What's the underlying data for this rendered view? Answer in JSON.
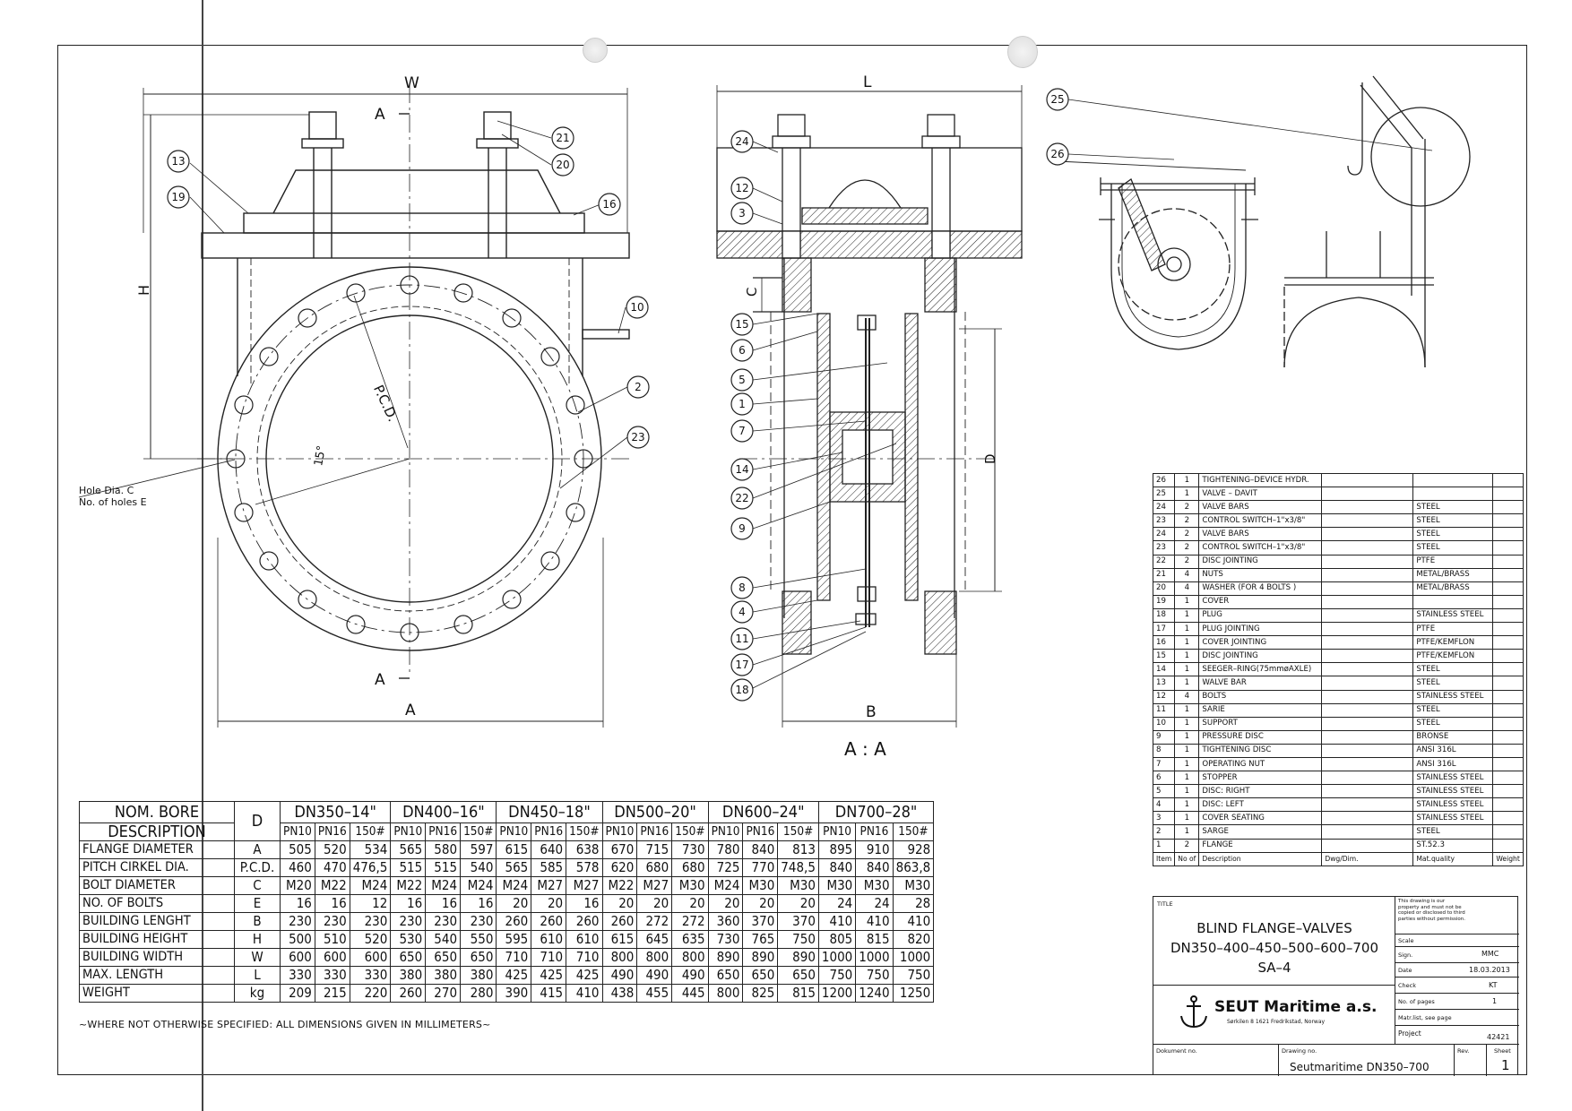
{
  "drawing": {
    "dim_W": "W",
    "dim_L": "L",
    "dim_H": "H",
    "dim_A": "A",
    "dim_B": "B",
    "dim_C": "C",
    "dim_D": "D",
    "section_mark_top": "A",
    "section_mark_bottom": "A",
    "pcd_label": "P.C.D.",
    "angle_label": "15°",
    "hole_label_1": "Hole Dia. C",
    "hole_label_2": "No. of holes E",
    "section_label": "A : A",
    "balloons_front": [
      "13",
      "19",
      "21",
      "20",
      "16",
      "10",
      "2",
      "23"
    ],
    "balloons_section": [
      "24",
      "12",
      "3",
      "15",
      "6",
      "5",
      "1",
      "7",
      "14",
      "22",
      "9",
      "8",
      "4",
      "11",
      "17",
      "18"
    ],
    "balloons_detail": [
      "25",
      "26"
    ]
  },
  "dimension_table": {
    "nom_bore_label": "NOM. BORE",
    "description_label": "DESCRIPTION",
    "d_label": "D",
    "groups": [
      "DN350–14\"",
      "DN400–16\"",
      "DN450–18\"",
      "DN500–20\"",
      "DN600–24\"",
      "DN700–28\""
    ],
    "pressure_classes": [
      "PN10",
      "PN16",
      "150#"
    ],
    "rows": [
      {
        "label": "FLANGE DIAMETER",
        "sym": "A",
        "values": [
          "505",
          "520",
          "534",
          "565",
          "580",
          "597",
          "615",
          "640",
          "638",
          "670",
          "715",
          "730",
          "780",
          "840",
          "813",
          "895",
          "910",
          "928"
        ]
      },
      {
        "label": "PITCH CIRKEL DIA.",
        "sym": "P.C.D.",
        "values": [
          "460",
          "470",
          "476,5",
          "515",
          "515",
          "540",
          "565",
          "585",
          "578",
          "620",
          "680",
          "680",
          "725",
          "770",
          "748,5",
          "840",
          "840",
          "863,8"
        ]
      },
      {
        "label": "BOLT DIAMETER",
        "sym": "C",
        "values": [
          "M20",
          "M22",
          "M24",
          "M22",
          "M24",
          "M24",
          "M24",
          "M27",
          "M27",
          "M22",
          "M27",
          "M30",
          "M24",
          "M30",
          "M30",
          "M30",
          "M30",
          "M30"
        ]
      },
      {
        "label": "NO. OF BOLTS",
        "sym": "E",
        "values": [
          "16",
          "16",
          "12",
          "16",
          "16",
          "16",
          "20",
          "20",
          "16",
          "20",
          "20",
          "20",
          "20",
          "20",
          "20",
          "24",
          "24",
          "28"
        ]
      },
      {
        "label": "BUILDING LENGHT",
        "sym": "B",
        "values": [
          "230",
          "230",
          "230",
          "230",
          "230",
          "230",
          "260",
          "260",
          "260",
          "260",
          "272",
          "272",
          "360",
          "370",
          "370",
          "410",
          "410",
          "410"
        ]
      },
      {
        "label": "BUILDING HEIGHT",
        "sym": "H",
        "values": [
          "500",
          "510",
          "520",
          "530",
          "540",
          "550",
          "595",
          "610",
          "610",
          "615",
          "645",
          "635",
          "730",
          "765",
          "750",
          "805",
          "815",
          "820"
        ]
      },
      {
        "label": "BUILDING WIDTH",
        "sym": "W",
        "values": [
          "600",
          "600",
          "600",
          "650",
          "650",
          "650",
          "710",
          "710",
          "710",
          "800",
          "800",
          "800",
          "890",
          "890",
          "890",
          "1000",
          "1000",
          "1000"
        ]
      },
      {
        "label": "MAX. LENGTH",
        "sym": "L",
        "values": [
          "330",
          "330",
          "330",
          "380",
          "380",
          "380",
          "425",
          "425",
          "425",
          "490",
          "490",
          "490",
          "650",
          "650",
          "650",
          "750",
          "750",
          "750"
        ]
      },
      {
        "label": "WEIGHT",
        "sym": "kg",
        "values": [
          "209",
          "215",
          "220",
          "260",
          "270",
          "280",
          "390",
          "415",
          "410",
          "438",
          "455",
          "445",
          "800",
          "825",
          "815",
          "1200",
          "1240",
          "1250"
        ]
      }
    ]
  },
  "footnote": "~WHERE NOT OTHERWISE SPECIFIED: ALL DIMENSIONS GIVEN IN MILLIMETERS~",
  "parts_list": {
    "header": {
      "item": "Item",
      "qty": "No of",
      "description": "Description",
      "dwg": "Dwg/Dim.",
      "material": "Mat.quality",
      "weight": "Weight"
    },
    "items": [
      {
        "no": "26",
        "qty": "1",
        "desc": "TIGHTENING–DEVICE HYDR.",
        "mat": ""
      },
      {
        "no": "25",
        "qty": "1",
        "desc": "VALVE – DAVIT",
        "mat": ""
      },
      {
        "no": "24",
        "qty": "2",
        "desc": "VALVE BARS",
        "mat": "STEEL"
      },
      {
        "no": "23",
        "qty": "2",
        "desc": "CONTROL SWITCH–1\"x3/8\"",
        "mat": "STEEL"
      },
      {
        "no": "24",
        "qty": "2",
        "desc": "VALVE BARS",
        "mat": "STEEL"
      },
      {
        "no": "23",
        "qty": "2",
        "desc": "CONTROL SWITCH–1\"x3/8\"",
        "mat": "STEEL"
      },
      {
        "no": "22",
        "qty": "2",
        "desc": "DISC JOINTING",
        "mat": "PTFE"
      },
      {
        "no": "21",
        "qty": "4",
        "desc": "NUTS",
        "mat": "METAL/BRASS"
      },
      {
        "no": "20",
        "qty": "4",
        "desc": "WASHER (FOR 4 BOLTS )",
        "mat": "METAL/BRASS"
      },
      {
        "no": "19",
        "qty": "1",
        "desc": "COVER",
        "mat": ""
      },
      {
        "no": "18",
        "qty": "1",
        "desc": "PLUG",
        "mat": "STAINLESS STEEL"
      },
      {
        "no": "17",
        "qty": "1",
        "desc": "PLUG JOINTING",
        "mat": "PTFE"
      },
      {
        "no": "16",
        "qty": "1",
        "desc": "COVER JOINTING",
        "mat": "PTFE/KEMFLON"
      },
      {
        "no": "15",
        "qty": "1",
        "desc": "DISC JOINTING",
        "mat": "PTFE/KEMFLON"
      },
      {
        "no": "14",
        "qty": "1",
        "desc": "SEEGER–RING(75mmøAXLE)",
        "mat": "STEEL"
      },
      {
        "no": "13",
        "qty": "1",
        "desc": "WALVE BAR",
        "mat": "STEEL"
      },
      {
        "no": "12",
        "qty": "4",
        "desc": "BOLTS",
        "mat": "STAINLESS STEEL"
      },
      {
        "no": "11",
        "qty": "1",
        "desc": "SARIE",
        "mat": "STEEL"
      },
      {
        "no": "10",
        "qty": "1",
        "desc": "SUPPORT",
        "mat": "STEEL"
      },
      {
        "no": "9",
        "qty": "1",
        "desc": "PRESSURE DISC",
        "mat": "BRONSE"
      },
      {
        "no": "8",
        "qty": "1",
        "desc": "TIGHTENING DISC",
        "mat": "ANSI 316L"
      },
      {
        "no": "7",
        "qty": "1",
        "desc": "OPERATING NUT",
        "mat": "ANSI 316L"
      },
      {
        "no": "6",
        "qty": "1",
        "desc": "STOPPER",
        "mat": "STAINLESS STEEL"
      },
      {
        "no": "5",
        "qty": "1",
        "desc": "DISC: RIGHT",
        "mat": "STAINLESS STEEL"
      },
      {
        "no": "4",
        "qty": "1",
        "desc": "DISC: LEFT",
        "mat": "STAINLESS STEEL"
      },
      {
        "no": "3",
        "qty": "1",
        "desc": "COVER SEATING",
        "mat": "STAINLESS STEEL"
      },
      {
        "no": "2",
        "qty": "1",
        "desc": "SARGE",
        "mat": "STEEL"
      },
      {
        "no": "1",
        "qty": "2",
        "desc": "FLANGE",
        "mat": "ST.52.3"
      }
    ]
  },
  "title_block": {
    "title_label": "TITLE",
    "title_line1": "BLIND FLANGE–VALVES",
    "title_line2": "DN350–400–450–500–600–700",
    "title_line3": "SA–4",
    "copyright": "This drawing is our property and must not be copied or disclosed to third parties without permission.",
    "scale_label": "Scale",
    "sign_label": "Sign.",
    "sign_value": "MMC",
    "date_label": "Date",
    "date_value": "18.03.2013",
    "check_label": "Check",
    "check_value": "KT",
    "pages_label": "No. of pages",
    "pages_value": "1",
    "matlist_label": "Matr.list, see page",
    "project_label": "Project",
    "project_value": "42421",
    "company_name": "SEUT Maritime a.s.",
    "company_address": "Sørkilen 8  1621 Fredrikstad, Norway",
    "document_label": "Dokument no.",
    "drawing_label": "Drawing no.",
    "drawing_value": "Seutmaritime DN350–700",
    "rev_label": "Rev.",
    "sheet_label": "Sheet",
    "sheet_value": "1"
  }
}
